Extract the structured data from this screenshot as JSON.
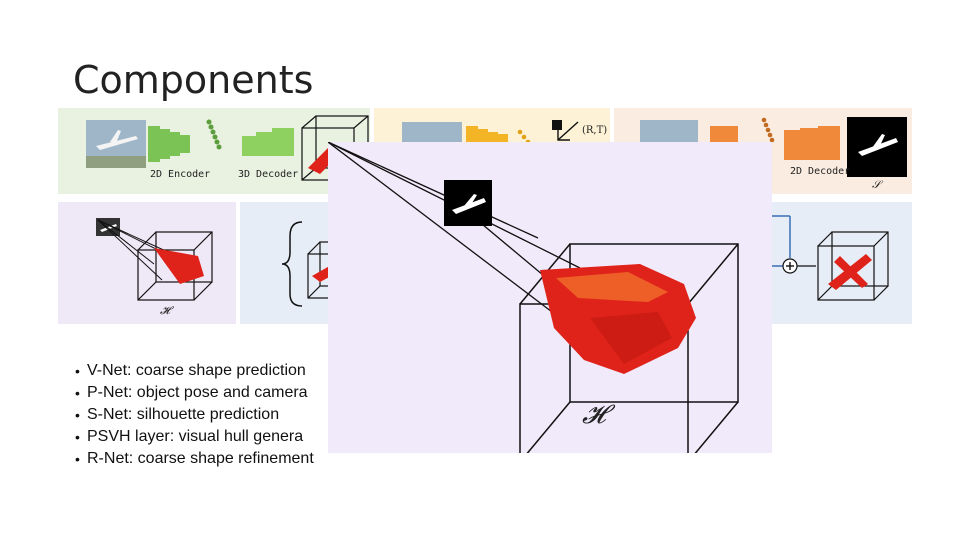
{
  "slide": {
    "title": "Components"
  },
  "labels": {
    "encoder_2d": "2D Encoder",
    "decoder_3d": "3D Decoder",
    "decoder_2d": "2D Decoder",
    "pose": "(R,T)",
    "hull_symbol": "𝓗",
    "silhouette_symbol": "𝒮"
  },
  "bullets": [
    "V-Net: coarse shape prediction",
    "P-Net: object pose and camera",
    "S-Net: silhouette prediction",
    "PSVH layer: visual hull genera",
    "R-Net: coarse shape refinement"
  ],
  "colors": {
    "green_panel": "#e9f1e1",
    "yellow_panel": "#fdf2d5",
    "peach_panel": "#fbece1",
    "lavender_panel": "#efe8f7",
    "blue_panel": "#e6edf7",
    "voxel_red": "#e0231a"
  }
}
